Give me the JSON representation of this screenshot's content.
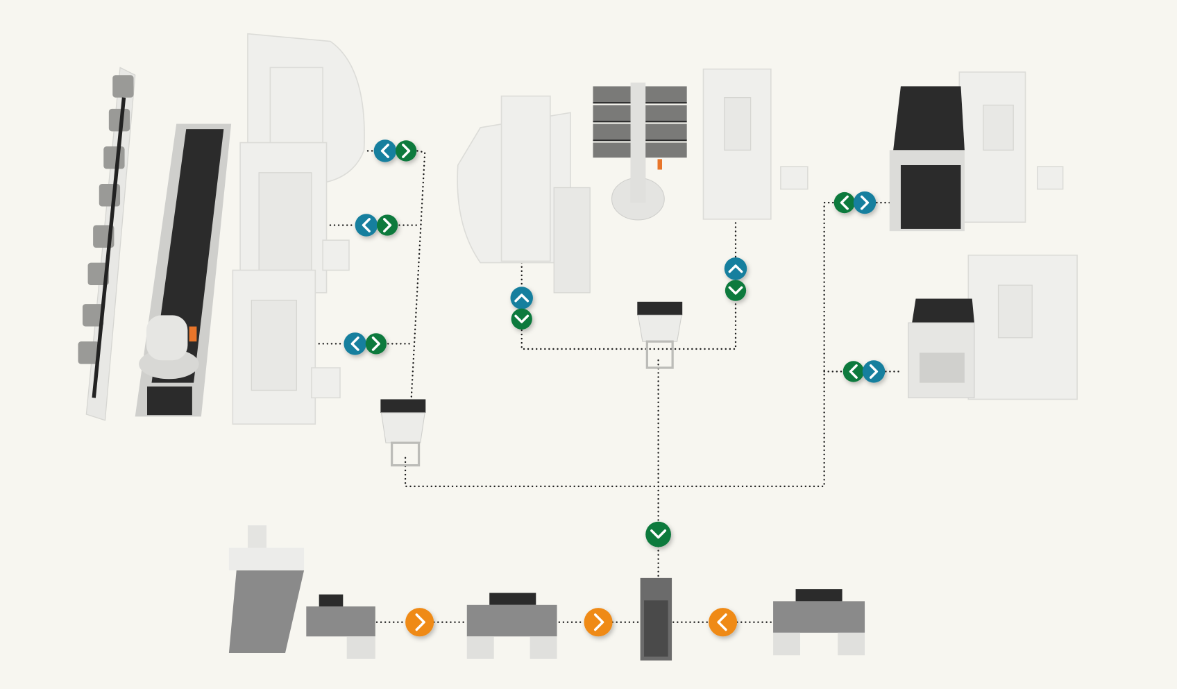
{
  "colors": {
    "background": "#f7f6f0",
    "bidirectional_blue": "#177f9e",
    "bidirectional_green": "#0f7a3c",
    "flow_orange": "#ef8a17",
    "connector_line": "#1a1a1a"
  },
  "connectors": [
    {
      "id": "left-top",
      "icons": [
        "chevron-left-blue",
        "chevron-right-green"
      ]
    },
    {
      "id": "left-middle",
      "icons": [
        "chevron-left-blue",
        "chevron-right-green"
      ]
    },
    {
      "id": "left-bottom",
      "icons": [
        "chevron-left-blue",
        "chevron-right-green"
      ]
    },
    {
      "id": "center-left",
      "icons": [
        "chevron-up-blue",
        "chevron-down-green"
      ]
    },
    {
      "id": "center-right",
      "icons": [
        "chevron-up-blue",
        "chevron-down-green"
      ]
    },
    {
      "id": "right-top",
      "icons": [
        "chevron-left-green",
        "chevron-right-blue"
      ]
    },
    {
      "id": "right-bottom",
      "icons": [
        "chevron-left-green",
        "chevron-right-blue"
      ]
    },
    {
      "id": "main-down",
      "icons": [
        "chevron-down-green"
      ]
    },
    {
      "id": "bottom-1",
      "icons": [
        "chevron-right-orange"
      ]
    },
    {
      "id": "bottom-2",
      "icons": [
        "chevron-right-orange"
      ]
    },
    {
      "id": "bottom-3",
      "icons": [
        "chevron-left-orange"
      ]
    }
  ]
}
